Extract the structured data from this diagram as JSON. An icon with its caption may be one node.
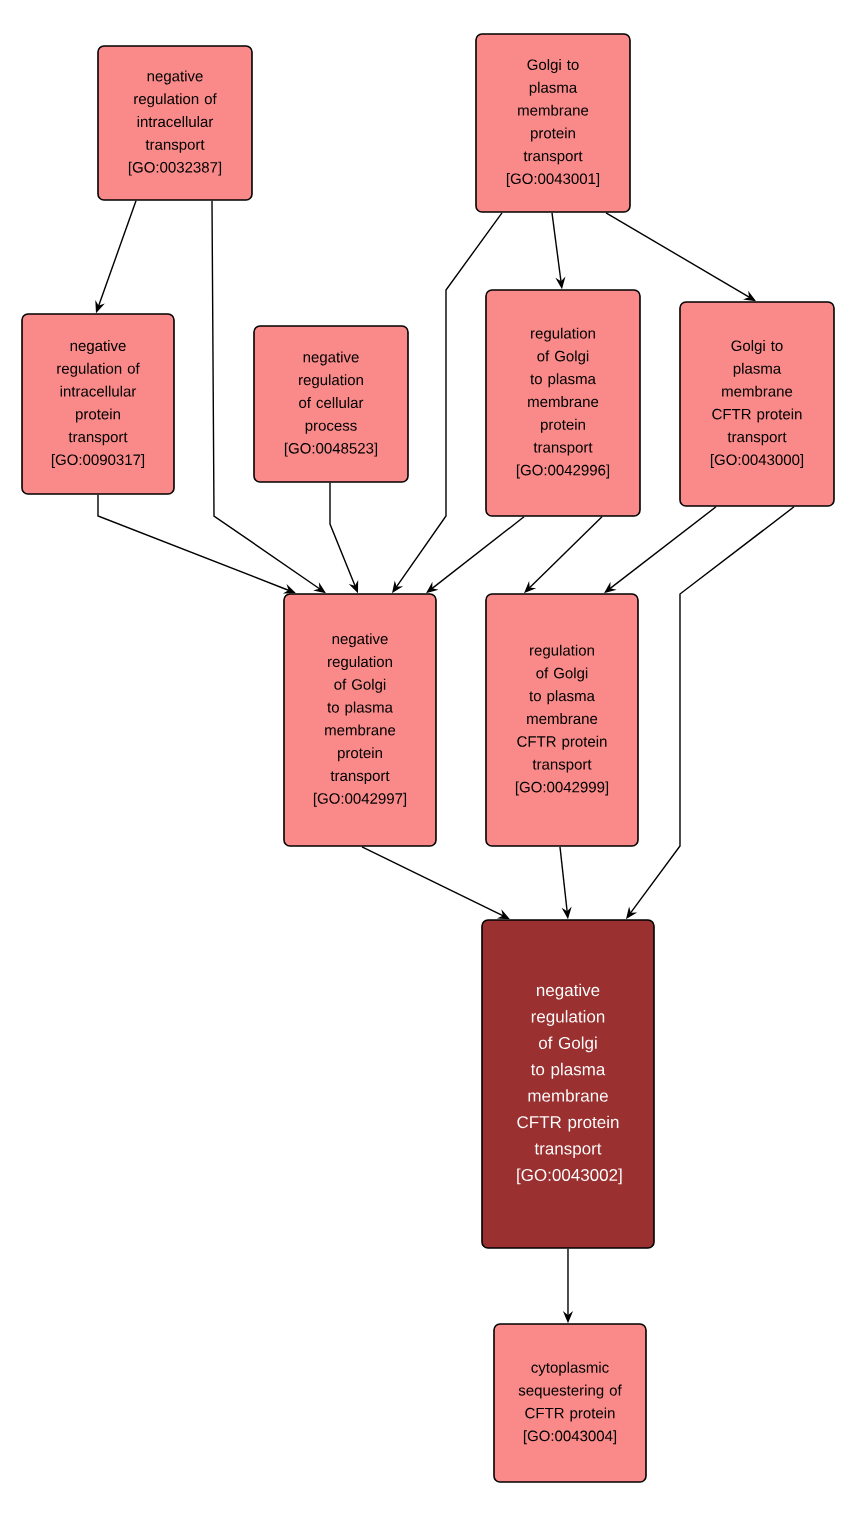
{
  "diagram": {
    "nodes": [
      {
        "text": [
          "negative regulation of intracellular transport",
          "[GO:0032387]"
        ]
      },
      {
        "text": [
          "Golgi to plasma membrane protein transport",
          "[GO:0043001]"
        ]
      },
      {
        "text": [
          "negative regulation of intracellular protein transport",
          "[GO:0090317]"
        ]
      },
      {
        "text": [
          "negative regulation of cellular process",
          "[GO:0048523]"
        ]
      },
      {
        "text": [
          "regulation of Golgi to plasma membrane protein transport",
          "[GO:0042996]"
        ]
      },
      {
        "text": [
          "Golgi to plasma membrane CFTR protein transport",
          "[GO:0043000]"
        ]
      },
      {
        "text": [
          "negative regulation of Golgi to plasma membrane protein transport",
          "[GO:0042997]"
        ]
      },
      {
        "text": [
          "regulation of Golgi to plasma membrane CFTR protein transport",
          "[GO:0042999]"
        ]
      },
      {
        "text": [
          "negative regulation of Golgi to plasma membrane CFTR protein transport",
          "[GO:0043002]"
        ]
      },
      {
        "text": [
          "cytoplasmic sequestering of CFTR protein",
          "[GO:0043004]"
        ]
      }
    ],
    "edges": [
      {
        "from": 0,
        "to": 2,
        "arrow": "to"
      },
      {
        "from": 0,
        "to": 6,
        "arrow": "to"
      },
      {
        "from": 1,
        "to": 6,
        "arrow": "to"
      },
      {
        "from": 1,
        "to": 4,
        "arrow": "to"
      },
      {
        "from": 1,
        "to": 5,
        "arrow": "to"
      },
      {
        "from": 2,
        "to": 6,
        "arrow": "to"
      },
      {
        "from": 3,
        "to": 6,
        "arrow": "to"
      },
      {
        "from": 4,
        "to": 6,
        "arrow": "to"
      },
      {
        "from": 4,
        "to": 7,
        "arrow": "to"
      },
      {
        "from": 5,
        "to": 7,
        "arrow": "to"
      },
      {
        "from": 5,
        "to": 8,
        "arrow": "to"
      },
      {
        "from": 6,
        "to": 8,
        "arrow": "to"
      },
      {
        "from": 7,
        "to": 8,
        "arrow": "to"
      },
      {
        "from": 8,
        "to": 9,
        "arrow": "to"
      }
    ]
  }
}
